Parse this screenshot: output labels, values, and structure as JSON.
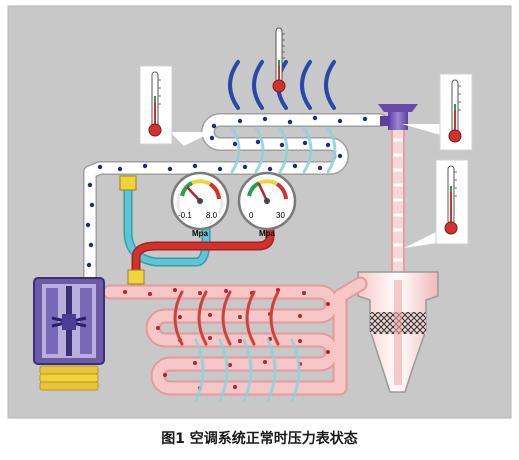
{
  "caption": "图1 空调系统正常时压力表状态",
  "gauges": [
    {
      "name": "low-pressure-gauge",
      "scale_min": "-0.1",
      "scale_max": "8.0",
      "unit": "Mpa"
    },
    {
      "name": "high-pressure-gauge",
      "scale_min": "0",
      "scale_max": "30",
      "unit": "Mpa"
    }
  ],
  "colors": {
    "background_panel": "#c8c8c8",
    "low_pressure_line": "#ffffff",
    "low_pressure_dots": "#1c2a8c",
    "high_pressure_line": "#f4b4b4",
    "high_pressure_dots": "#c01e2e",
    "cool_air_waves": "#8fd3de",
    "hot_air_waves": "#2a48a8",
    "gauge_hose_blue": "#4bb8c8",
    "gauge_hose_red": "#d2322f",
    "fitting_yellow": "#f2d43a",
    "compressor_purple": "#6a5aa8",
    "thermometer_red": "#d2322f"
  },
  "icons": {
    "thermometer": "thermometer-icon",
    "compressor": "compressor-icon",
    "expansion_valve": "expansion-valve-icon",
    "receiver_drier": "receiver-drier-icon"
  }
}
